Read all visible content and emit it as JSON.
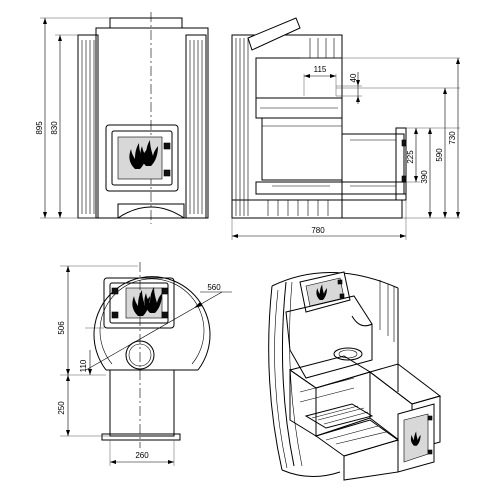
{
  "front_view": {
    "dim_total_height": "895",
    "dim_body_height": "830"
  },
  "side_view": {
    "dim_top_width": "115",
    "dim_top_height": "40",
    "dim_door_height": "225",
    "dim_firebox_height": "390",
    "dim_height_590": "590",
    "dim_height_730": "730",
    "dim_total_length": "780"
  },
  "plan_view": {
    "dim_diameter": "560",
    "dim_depth": "506",
    "dim_offset": "110",
    "dim_tunnel_length": "250",
    "dim_tunnel_width": "260"
  }
}
